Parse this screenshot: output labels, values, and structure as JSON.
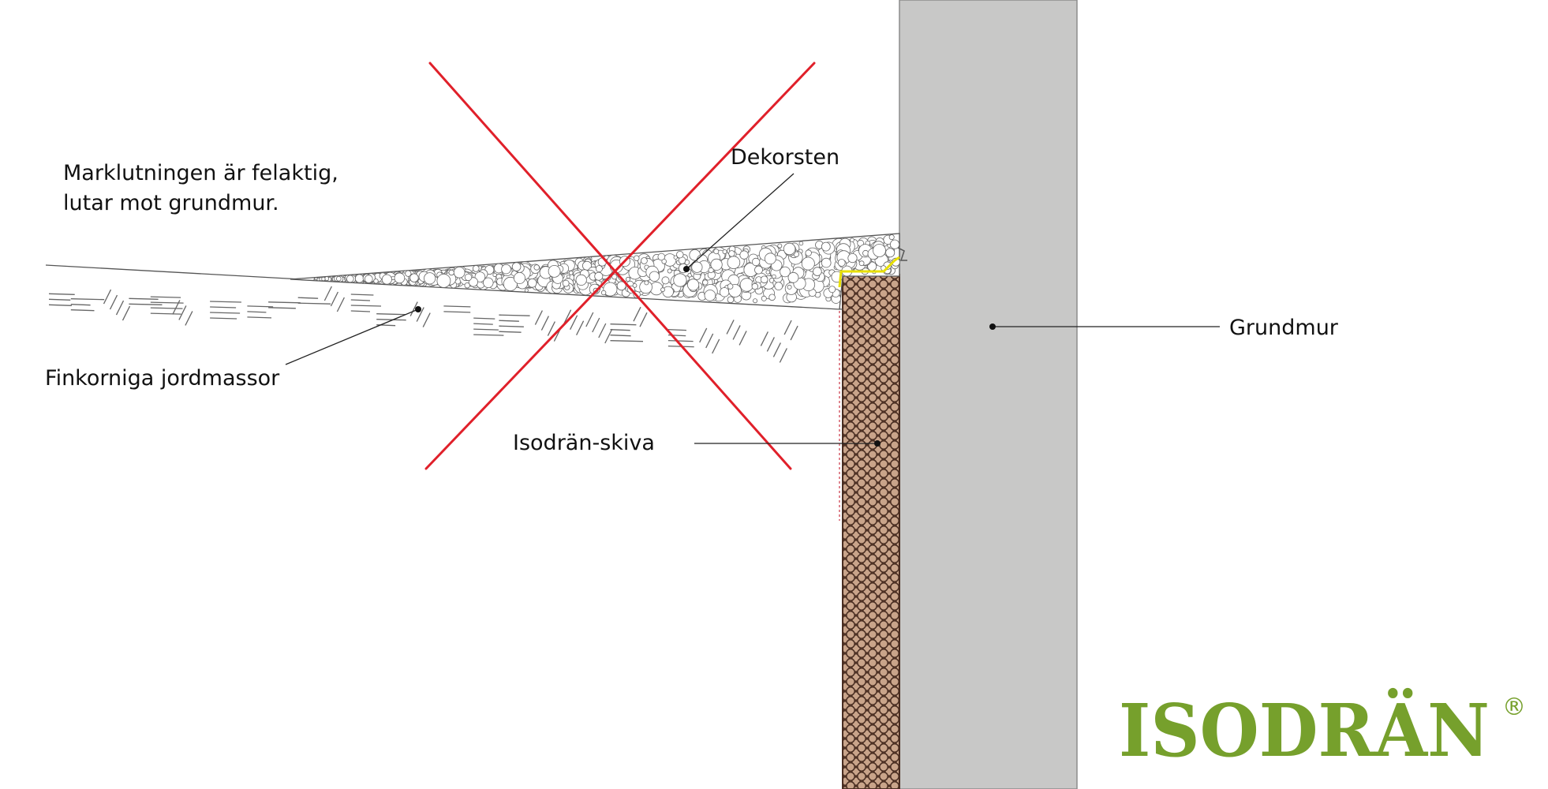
{
  "labels": {
    "note_line1": "Marklutningen är felaktig,",
    "note_line2": "lutar mot grundmur.",
    "dekorsten": "Dekorsten",
    "grundmur": "Grundmur",
    "finkorniga": "Finkorniga jordmassor",
    "isodran_skiva": "Isodrän-skiva"
  },
  "logo": {
    "text": "ISODRÄN",
    "registered": "®"
  },
  "colors": {
    "wall": "#c8c8c7",
    "board": "#b28c73",
    "board_cells": "#4a2e22",
    "cross": "#e0202a",
    "logo": "#76a02c",
    "flashing": "#e8e000",
    "line": "#222222"
  },
  "icons": {
    "error_mark": "red-cross-icon",
    "logo_mark": "isodran-logo"
  }
}
